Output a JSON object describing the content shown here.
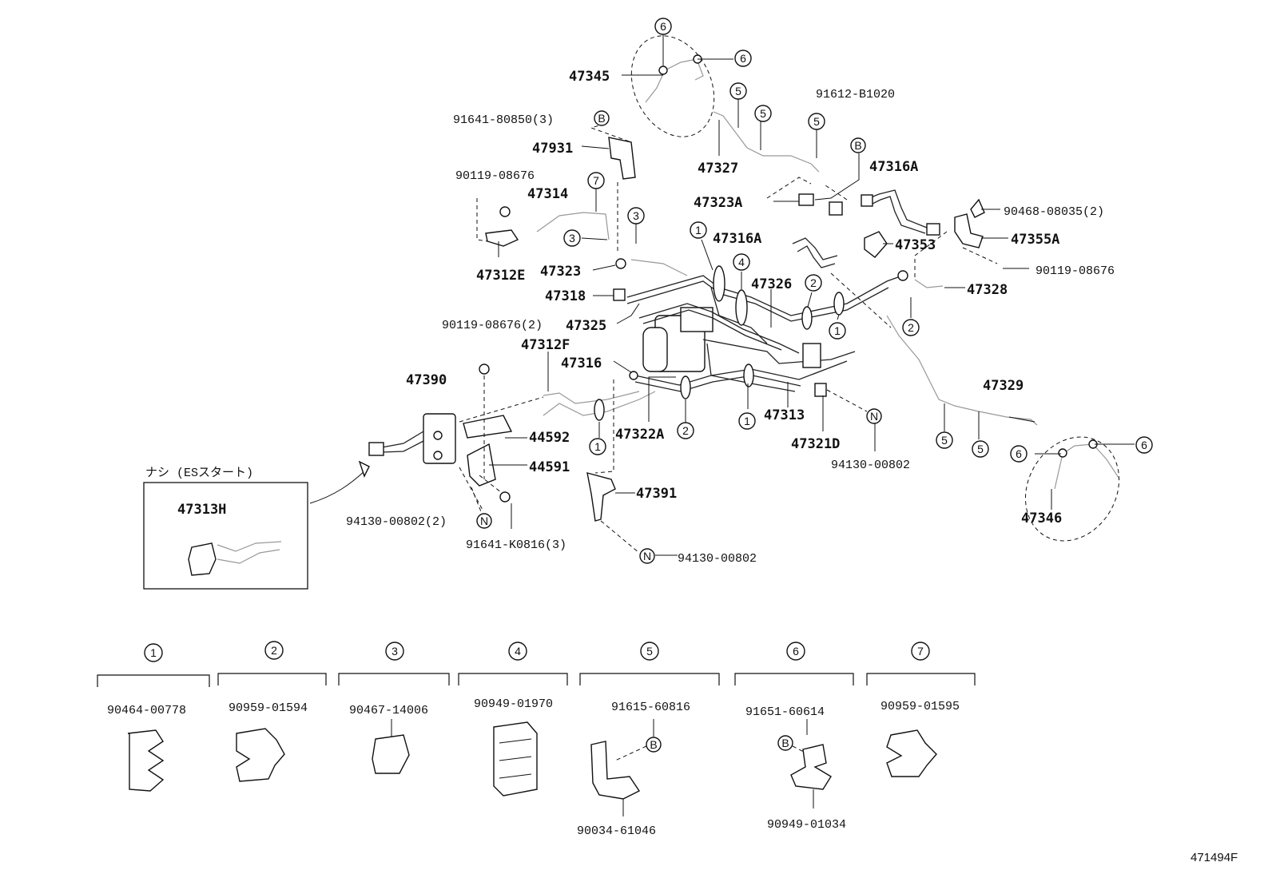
{
  "labels": {
    "p47345": "47345",
    "p91641_80850": "91641-80850(3)",
    "p47931": "47931",
    "p90119_08676_a": "90119-08676",
    "p47314": "47314",
    "p47312E": "47312E",
    "p47323": "47323",
    "p47318": "47318",
    "p47325": "47325",
    "p90119_08676_2": "90119-08676(2)",
    "p47312F": "47312F",
    "p47316": "47316",
    "p47390": "47390",
    "p44592": "44592",
    "p44591": "44591",
    "p47322A": "47322A",
    "p94130_00802_2": "94130-00802(2)",
    "p91641_K0816": "91641-K0816(3)",
    "p47391": "47391",
    "p94130_00802_b": "94130-00802",
    "p47327": "47327",
    "p91612_B1020": "91612-B1020",
    "p47316A_top": "47316A",
    "p47323A": "47323A",
    "p47316A_mid": "47316A",
    "p47353": "47353",
    "p47355A": "47355A",
    "p90468_08035": "90468-08035(2)",
    "p90119_08676_r": "90119-08676",
    "p47326": "47326",
    "p47328": "47328",
    "p47313": "47313",
    "p47321D": "47321D",
    "p94130_00802_r": "94130-00802",
    "p47329": "47329",
    "p47346": "47346",
    "p47313H": "47313H"
  },
  "inset": {
    "caption": "ナシ (ESスタート)"
  },
  "callouts": {
    "c1": "1",
    "c2": "2",
    "c3": "3",
    "c4": "4",
    "c5": "5",
    "c6": "6",
    "c7": "7",
    "cB": "B",
    "cN": "N"
  },
  "legend": [
    {
      "num": "1",
      "part": "90464-00778"
    },
    {
      "num": "2",
      "part": "90959-01594"
    },
    {
      "num": "3",
      "part": "90467-14006"
    },
    {
      "num": "4",
      "part": "90949-01970"
    },
    {
      "num": "5",
      "part": "91615-60816",
      "sub": "90034-61046"
    },
    {
      "num": "6",
      "part": "91651-60614",
      "sub": "90949-01034"
    },
    {
      "num": "7",
      "part": "90959-01595"
    }
  ],
  "diagram_id": "471494F"
}
